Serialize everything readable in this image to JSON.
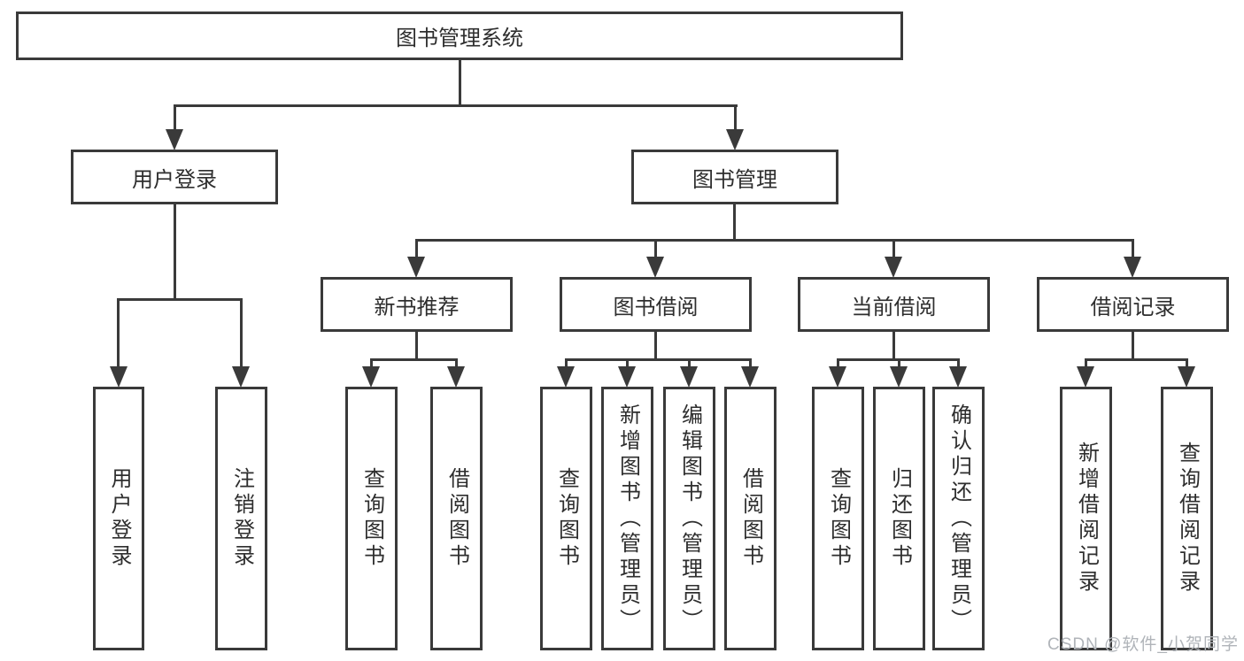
{
  "diagram": {
    "title": "图书管理系统",
    "type": "functional-structure-tree"
  },
  "colors": {
    "line": "#3a3a3a",
    "text": "#2e2e2e",
    "box_background": "#ffffff",
    "watermark": "#b0b4b9"
  },
  "watermark": {
    "text": "CSDN @软件_小贺同学"
  },
  "tree": {
    "root": {
      "label": "图书管理系统"
    },
    "branches": [
      {
        "label": "用户登录",
        "children": [
          {
            "label": "用户登录"
          },
          {
            "label": "注销登录"
          }
        ]
      },
      {
        "label": "图书管理",
        "children": [
          {
            "label": "新书推荐",
            "children": [
              {
                "label": "查询图书"
              },
              {
                "label": "借阅图书"
              }
            ]
          },
          {
            "label": "图书借阅",
            "children": [
              {
                "label": "查询图书"
              },
              {
                "label": "新增图书（管理员）"
              },
              {
                "label": "编辑图书（管理员）"
              },
              {
                "label": "借阅图书"
              }
            ]
          },
          {
            "label": "当前借阅",
            "children": [
              {
                "label": "查询图书"
              },
              {
                "label": "归还图书"
              },
              {
                "label": "确认归还（管理员）"
              }
            ]
          },
          {
            "label": "借阅记录",
            "children": [
              {
                "label": "新增借阅记录"
              },
              {
                "label": "查询借阅记录"
              }
            ]
          }
        ]
      }
    ]
  }
}
